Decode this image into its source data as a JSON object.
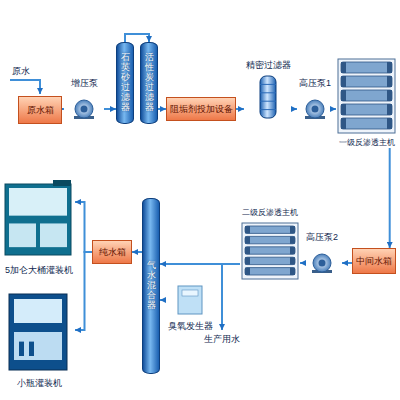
{
  "diagram": {
    "nodes": [
      {
        "text": [
          "原水箱"
        ]
      },
      {
        "text": [
          "增压泵"
        ]
      },
      {
        "text": [
          "石英砂过滤器"
        ]
      },
      {
        "text": [
          "活性炭过滤器"
        ]
      },
      {
        "text": [
          "阻垢剂投加设备"
        ]
      },
      {
        "text": [
          "精密过滤器"
        ]
      },
      {
        "text": [
          "高压泵1"
        ]
      },
      {
        "text": [
          "一级反渗透主机"
        ]
      },
      {
        "text": [
          "中间水箱"
        ]
      },
      {
        "text": [
          "高压泵2"
        ]
      },
      {
        "text": [
          "二级反渗透主机"
        ]
      },
      {
        "text": [
          "纯水箱"
        ]
      },
      {
        "text": [
          "气水混合器"
        ]
      },
      {
        "text": [
          "臭氧发生器"
        ]
      },
      {
        "text": [
          "5加仑大桶灌装机"
        ]
      },
      {
        "text": [
          "小瓶灌装机"
        ]
      }
    ],
    "edges": [
      {
        "from": 0,
        "to": 1,
        "arrow": "to"
      },
      {
        "from": 1,
        "to": 2,
        "arrow": "to"
      },
      {
        "from": 2,
        "to": 3,
        "arrow": "to"
      },
      {
        "from": 3,
        "to": 4,
        "arrow": "to"
      },
      {
        "from": 4,
        "to": 5,
        "arrow": "to"
      },
      {
        "from": 5,
        "to": 6,
        "arrow": "to"
      },
      {
        "from": 6,
        "to": 7,
        "arrow": "to"
      },
      {
        "from": 7,
        "to": 8,
        "arrow": "to"
      },
      {
        "from": 8,
        "to": 9,
        "arrow": "to"
      },
      {
        "from": 9,
        "to": 10,
        "arrow": "to"
      },
      {
        "from": 10,
        "to": 12,
        "arrow": "to"
      },
      {
        "from": 13,
        "to": 12,
        "arrow": "to"
      },
      {
        "from": 12,
        "to": 11,
        "arrow": "to"
      },
      {
        "from": 11,
        "to": 14,
        "arrow": "to"
      },
      {
        "from": 11,
        "to": 15,
        "arrow": "to"
      }
    ],
    "labels": [
      "原水",
      "生产用水"
    ]
  }
}
